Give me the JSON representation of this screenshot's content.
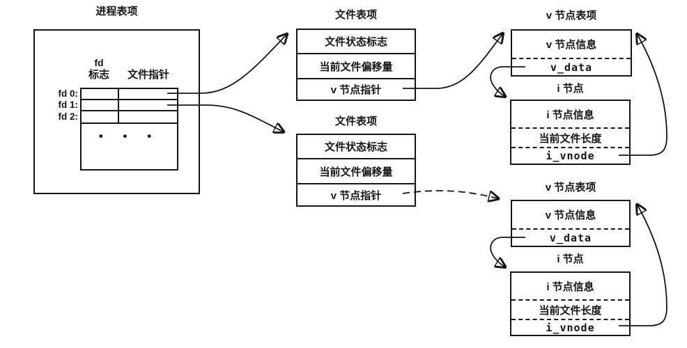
{
  "process": {
    "title": "进程表项",
    "fd_label": "fd",
    "flags_label": "标志",
    "pointer_label": "文件指针",
    "fd_rows": [
      "fd 0:",
      "fd 1:",
      "fd 2:"
    ],
    "ellipsis": "• • •"
  },
  "file_table_1": {
    "title": "文件表项",
    "row1": "文件状态标志",
    "row2": "当前文件偏移量",
    "row3": "v 节点指针"
  },
  "file_table_2": {
    "title": "文件表项",
    "row1": "文件状态标志",
    "row2": "当前文件偏移量",
    "row3": "v 节点指针"
  },
  "vnode_table_1": {
    "title": "v 节点表项",
    "row1": "v 节点信息",
    "row2": "v_data"
  },
  "vnode_table_2": {
    "title": "v 节点表项",
    "row1": "v 节点信息",
    "row2": "v_data"
  },
  "inode_1": {
    "title": "i 节点",
    "row1": "i 节点信息",
    "row2": "当前文件长度",
    "row3": "i_vnode"
  },
  "inode_2": {
    "title": "i 节点",
    "row1": "i 节点信息",
    "row2": "当前文件长度",
    "row3": "i_vnode"
  },
  "colors": {
    "ink": "#151515",
    "background": "#ffffff"
  }
}
